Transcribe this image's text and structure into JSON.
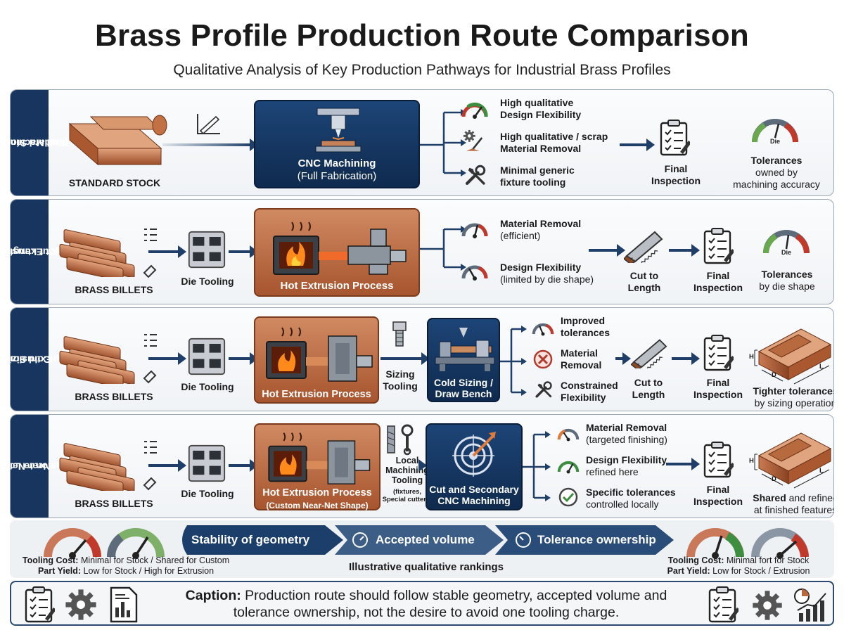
{
  "title": "Brass Profile Production Route Comparison",
  "subtitle": "Qualitative Analysis of Key Production Pathways for Industrial Brass Profiles",
  "colors": {
    "navy": "#17355e",
    "copper": "#b8683f",
    "gauge_red": "#c0392b",
    "gauge_green": "#3e8e41"
  },
  "rows": [
    {
      "tab": [
        "Standard Stock to",
        "(Full Machining)"
      ],
      "stock_label": "STANDARD STOCK",
      "process_title": "CNC Machining",
      "process_sub": "(Full Fabrication)",
      "outcomes": [
        {
          "line1": "High qualitative",
          "line2": "Design Flexibility"
        },
        {
          "line1": "High qualitative / scrap",
          "line2": "Material Removal"
        },
        {
          "line1": "Minimal generic",
          "line2": "fixture tooling"
        }
      ],
      "inspection": [
        "Final",
        "Inspection"
      ],
      "gauge_text": "Die",
      "tolerance": {
        "title": "Tolerances",
        "line2": "owned by",
        "line3": "machining accuracy"
      }
    },
    {
      "tab": [
        "Hot Extrusion",
        "(Cut Length)"
      ],
      "stock_label": "BRASS BILLETS",
      "die_label": "Die Tooling",
      "process_title": "Hot Extrusion Process",
      "outcomes": [
        {
          "line1": "Material Removal",
          "line2": "(efficient)"
        },
        {
          "line1": "Design Flexibility",
          "line2": "(limited by die shape)"
        }
      ],
      "cut": [
        "Cut to",
        "Length"
      ],
      "inspection": [
        "Final",
        "Inspection"
      ],
      "gauge_text": "Die",
      "tolerance": {
        "title": "Tolerances",
        "line2": "by die shape"
      }
    },
    {
      "tab": [
        "Extrusion",
        "to Cold Sizing"
      ],
      "stock_label": "BRASS BILLETS",
      "die_label": "Die Tooling",
      "process_title": "Hot Extrusion Process",
      "sizing_label": [
        "Sizing",
        "Tooling"
      ],
      "process2_title": [
        "Cold Sizing /",
        "Draw Bench"
      ],
      "outcomes": [
        {
          "line1": "Improved",
          "line2": "tolerances"
        },
        {
          "line1": "Material",
          "line2": "Removal"
        },
        {
          "line1": "Constrained",
          "line2": "Flexibility"
        }
      ],
      "cut": [
        "Cut to",
        "Length"
      ],
      "inspection": [
        "Final",
        "Inspection"
      ],
      "profile_dims": [
        "H",
        "D",
        "L"
      ],
      "tolerance": {
        "title": "Tighter tolerances",
        "line2": "by sizing operation"
      }
    },
    {
      "tab": [
        "Near-Net",
        "Extrusion to Local CC"
      ],
      "stock_label": "BRASS BILLETS",
      "die_label": "Die Tooling",
      "process_title": "Hot Extrusion Process",
      "process_sub": "(Custom Near-Net Shape)",
      "local_label": [
        "Local",
        "Machining",
        "Tooling"
      ],
      "local_small": [
        "(fixtures,",
        "Special cutters)"
      ],
      "process2_title": [
        "Cut and Secondary",
        "CNC Machining"
      ],
      "outcomes": [
        {
          "line1": "Material Removal",
          "line2": "(targeted finishing)"
        },
        {
          "line1": "Design Flexibility",
          "line2": "refined here"
        },
        {
          "line1": "Specific tolerances",
          "line2": "controlled locally"
        }
      ],
      "inspection": [
        "Final",
        "Inspection"
      ],
      "profile_dims": [
        "H",
        "D",
        "L"
      ],
      "tolerance": {
        "title": "Shared",
        "title_rest": " and refined",
        "line2": "at finished features"
      }
    }
  ],
  "bottom": {
    "banners": [
      "Stability of geometry",
      "Accepted volume",
      "Tolerance ownership"
    ],
    "rankings": "Illustrative qualitative rankings",
    "left_cost_label": "Tooling Cost:",
    "left_cost": " Minimal for Stock / Shared for Custom",
    "left_yield_label": "Part Yield:",
    "left_yield": " Low for Stock / High for Extrusion",
    "right_cost_label": "Tooling Cost:",
    "right_cost": " Minimal fort for Stock",
    "right_yield_label": "Part Yield:",
    "right_yield": " Low for Stock / Extrusion"
  },
  "caption": {
    "label": "Caption:",
    "line1": " Production route should follow stable geometry, accepted volume and",
    "line2": "tolerance ownership, not the desire to avoid one tooling charge."
  }
}
